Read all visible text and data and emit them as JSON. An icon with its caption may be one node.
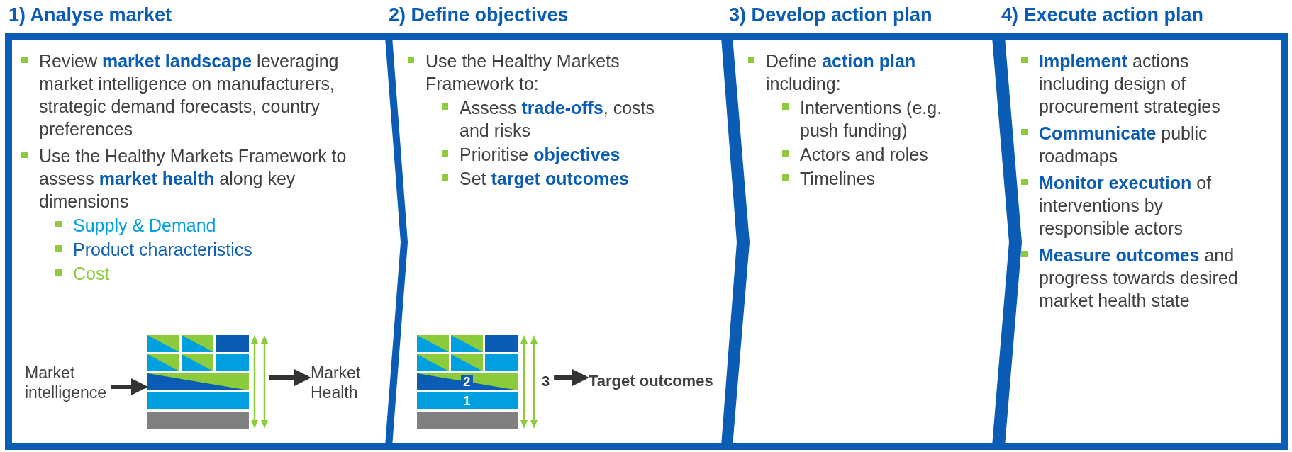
{
  "diagram": {
    "nodes": [
      {
        "text": [
          "1) Analyse market",
          "Review **market landscape** leveraging market intelligence on manufacturers, strategic demand forecasts, country preferences",
          "Use the Healthy Markets Framework to assess **market health** along key dimensions",
          "Supply & Demand",
          "Product characteristics",
          "Cost"
        ]
      },
      {
        "text": [
          "Market intelligence"
        ],
        "in": 0
      },
      {
        "text": [],
        "shape": "box",
        "in": 0
      },
      {
        "text": [
          "Market Health"
        ],
        "in": 0
      },
      {
        "text": [
          "2) Define objectives",
          "Use the Healthy Markets Framework to:",
          "Assess **trade-offs**, costs and risks",
          "Prioritise **objectives**",
          "Set **target outcomes**"
        ]
      },
      {
        "text": [
          "2",
          "1"
        ],
        "beside": [
          "3"
        ],
        "in": 4
      },
      {
        "text": [
          "Target outcomes"
        ],
        "in": 4
      },
      {
        "text": [
          "3) Develop action plan",
          "Define **action plan** including:",
          "Interventions (e.g. push funding)",
          "Actors and roles",
          "Timelines"
        ]
      },
      {
        "text": [
          "4) Execute action plan",
          "**Implement** actions including design of procurement strategies",
          "**Communicate** public roadmaps",
          "**Monitor execution** of interventions by responsible actors",
          "**Measure outcomes** and progress towards desired market health state"
        ]
      }
    ],
    "edges": [
      {
        "from": 1,
        "to": 2,
        "arrow": "to"
      },
      {
        "from": 2,
        "to": 3,
        "arrow": "to"
      },
      {
        "from": 5,
        "to": 6,
        "arrow": "to"
      }
    ]
  }
}
